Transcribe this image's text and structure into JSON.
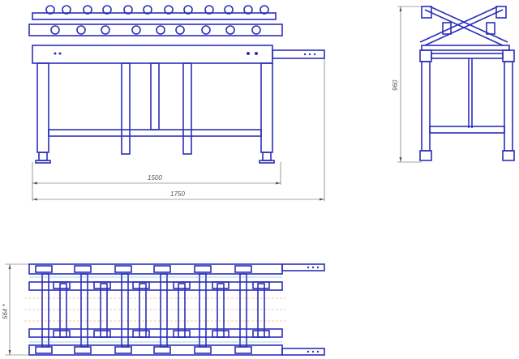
{
  "dimensions": {
    "front_inner_length": "1500",
    "front_total_length": "1750",
    "side_height": "960",
    "plan_width": "564 *"
  },
  "colors": {
    "frame": "#2b2fb8",
    "dimension": "#555555",
    "centerline": "#e0a040",
    "accent": "#4fa9d8"
  }
}
